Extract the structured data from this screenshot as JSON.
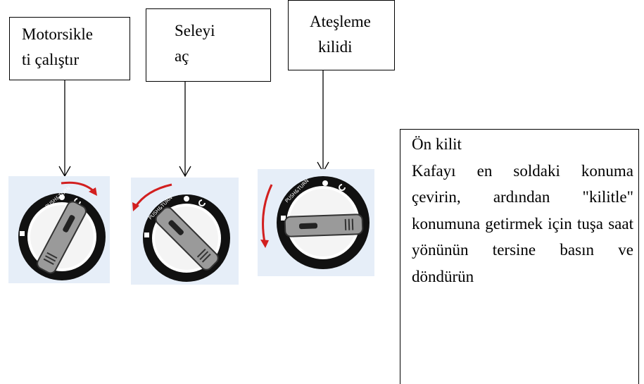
{
  "labels": {
    "start": [
      "Motorsikle",
      "ti çalıştır"
    ],
    "seat": [
      "Seleyi",
      "aç"
    ],
    "ignition": [
      "Ateşleme",
      "kilidi"
    ]
  },
  "note": {
    "title": "Ön kilit",
    "body": "Kafayı en soldaki konuma çevirin, ardından \"kilitle\" konumuna getirmek için tuşa saat yönünün tersine basın ve döndürün"
  },
  "colors": {
    "panel_bg": "#e6eef8",
    "rotation_arrow": "#d21f1f",
    "ring": "#111111",
    "ring_inner": "#ffffff",
    "handle": "#9a9a9a"
  },
  "knobs": [
    {
      "name": "start-position-knob",
      "rotation_direction": "clockwise"
    },
    {
      "name": "seat-open-knob",
      "rotation_direction": "counterclockwise"
    },
    {
      "name": "ignition-lock-knob",
      "rotation_direction": "counterclockwise"
    }
  ],
  "knob_labels": {
    "push_turn": "PUSH&TURN"
  }
}
